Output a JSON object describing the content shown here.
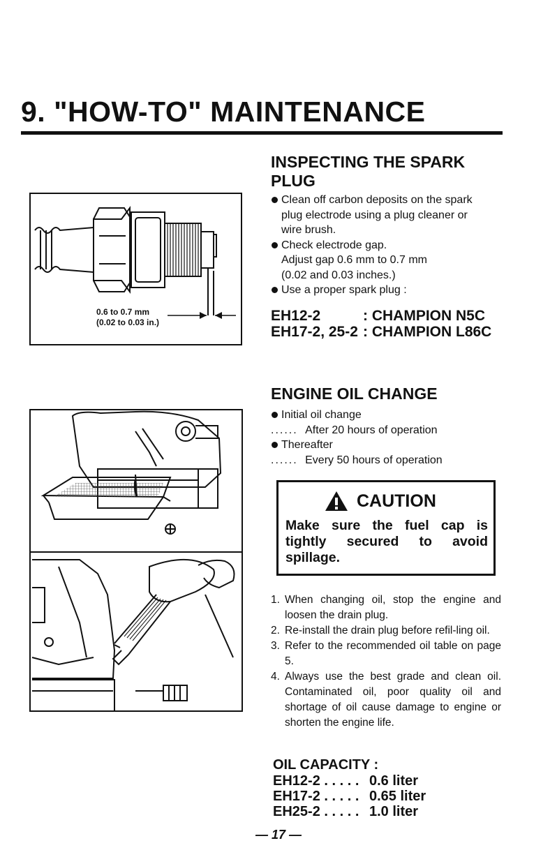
{
  "header": {
    "title": "9. \"HOW-TO\" MAINTENANCE"
  },
  "spark_plug": {
    "title_line1": "INSPECTING THE SPARK",
    "title_line2": "PLUG",
    "bullet1_line1": "Clean off carbon deposits on the spark",
    "bullet1_line2": "plug electrode using a plug cleaner or",
    "bullet1_line3": "wire brush.",
    "bullet2_line1": "Check electrode gap.",
    "bullet2_line2": "Adjust gap 0.6 mm to 0.7 mm",
    "bullet2_line3": "(0.02 and 0.03 inches.)",
    "bullet3": "Use a proper spark plug :",
    "models": [
      {
        "model": "EH12-2",
        "plug": ": CHAMPION N5C"
      },
      {
        "model": "EH17-2, 25-2",
        "plug": ": CHAMPION L86C"
      }
    ],
    "figure_gap_mm": "0.6 to 0.7 mm",
    "figure_gap_in": "(0.02 to 0.03 in.)"
  },
  "oil_change": {
    "title": "ENGINE OIL CHANGE",
    "initial_label": "Initial oil change",
    "initial_dots": "......",
    "initial_value": "After 20 hours of operation",
    "after_label": "Thereafter",
    "after_dots": "......",
    "after_value": "Every 50 hours of operation"
  },
  "caution": {
    "label": "CAUTION",
    "text": "Make sure the fuel cap is tightly secured to avoid spillage."
  },
  "steps": [
    {
      "num": "1.",
      "text": "When changing oil, stop the engine and loosen the drain plug."
    },
    {
      "num": "2.",
      "text": "Re-install the drain plug before refil-ling oil."
    },
    {
      "num": "3.",
      "text": "Refer to the recommended oil table on page 5."
    },
    {
      "num": "4.",
      "text": "Always use the best grade and clean oil. Contaminated oil, poor quality oil and shortage of oil cause damage to engine or shorten the engine life."
    }
  ],
  "oil_capacity": {
    "title": "OIL CAPACITY :",
    "rows": [
      {
        "model": "EH12-2 . . . . .",
        "value": "0.6  liter"
      },
      {
        "model": "EH17-2 . . . . .",
        "value": "0.65 liter"
      },
      {
        "model": "EH25-2 . . . . .",
        "value": "1.0  liter"
      }
    ]
  },
  "footer": {
    "page_number": "— 17 —"
  },
  "icons": [
    "warning-triangle-icon",
    "spark-plug-diagram",
    "drain-oil-diagram",
    "fill-oil-diagram"
  ]
}
